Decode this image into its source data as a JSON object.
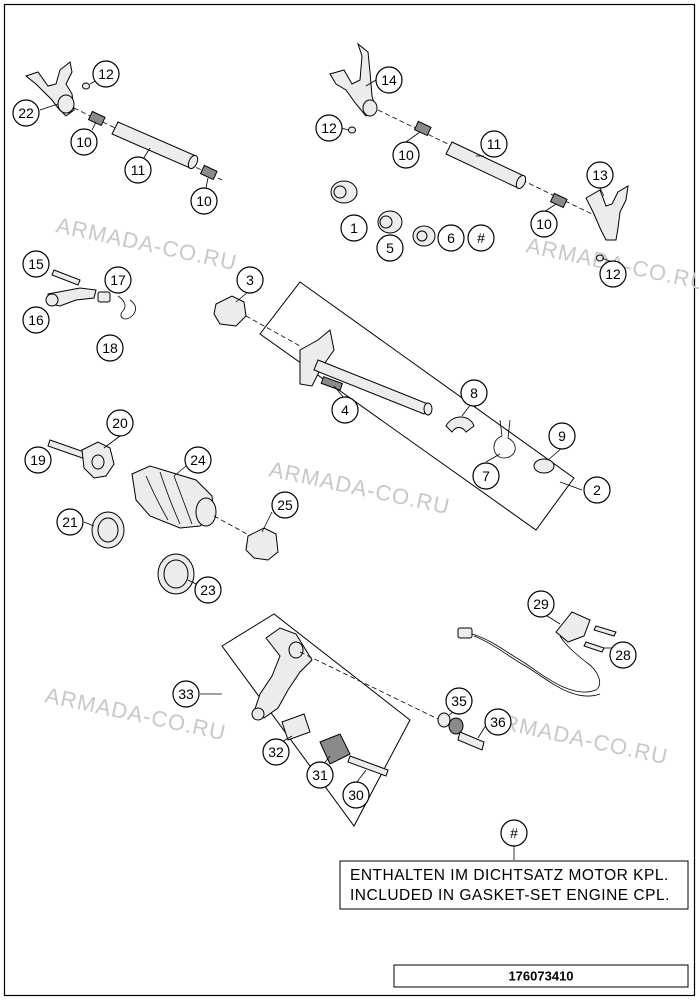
{
  "callouts": {
    "c1": "1",
    "c2": "2",
    "c3": "3",
    "c4": "4",
    "c5": "5",
    "c6": "6",
    "c7": "7",
    "c8": "8",
    "c9": "9",
    "c10a": "10",
    "c10b": "10",
    "c10c": "10",
    "c10d": "10",
    "c11a": "11",
    "c11b": "11",
    "c12a": "12",
    "c12b": "12",
    "c12c": "12",
    "c13": "13",
    "c14": "14",
    "c15": "15",
    "c16": "16",
    "c17": "17",
    "c18": "18",
    "c19": "19",
    "c20": "20",
    "c21": "21",
    "c22": "22",
    "c23": "23",
    "c24": "24",
    "c25": "25",
    "c28": "28",
    "c29": "29",
    "c30": "30",
    "c31": "31",
    "c32": "32",
    "c33": "33",
    "c35": "35",
    "c36": "36",
    "hash1": "#",
    "hash2": "#"
  },
  "watermark": "ARMADA-CO.RU",
  "note": {
    "line1": "ENTHALTEN IM DICHTSATZ MOTOR KPL.",
    "line2": "INCLUDED IN GASKET-SET ENGINE CPL."
  },
  "drawing_code": "176073410"
}
